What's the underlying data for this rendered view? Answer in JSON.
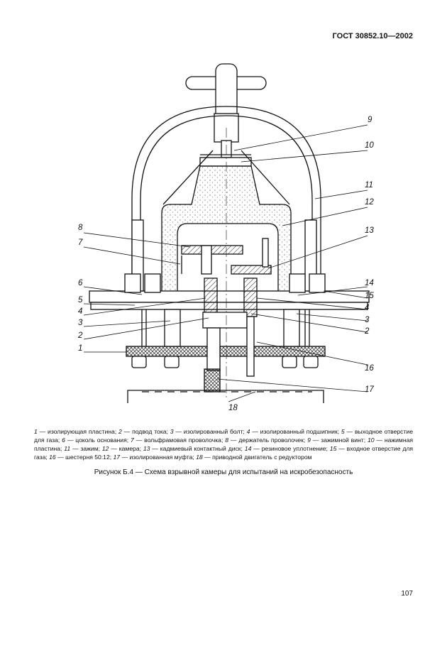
{
  "header": {
    "standard": "ГОСТ 30852.10—2002"
  },
  "figure": {
    "callouts": [
      "9",
      "10",
      "11",
      "12",
      "8",
      "13",
      "7",
      "6",
      "14",
      "5",
      "15",
      "4",
      "4",
      "3",
      "3",
      "2",
      "2",
      "1",
      "16",
      "17",
      "18"
    ]
  },
  "legend": [
    {
      "n": "1",
      "text": "изолирующая пластина;"
    },
    {
      "n": "2",
      "text": "подвод тока;"
    },
    {
      "n": "3",
      "text": "изолированный болт;"
    },
    {
      "n": "4",
      "text": "изолированный подшипник;"
    },
    {
      "n": "5",
      "text": "выходное отверстие для газа;"
    },
    {
      "n": "6",
      "text": "цоколь основания;"
    },
    {
      "n": "7",
      "text": "вольфрамовая проволочка;"
    },
    {
      "n": "8",
      "text": "держатель проволочек;"
    },
    {
      "n": "9",
      "text": "зажимной винт;"
    },
    {
      "n": "10",
      "text": "нажимная пластина;"
    },
    {
      "n": "11",
      "text": "зажим;"
    },
    {
      "n": "12",
      "text": "камера;"
    },
    {
      "n": "13",
      "text": "кадмиевый контактный диск;"
    },
    {
      "n": "14",
      "text": "резиновое уплотнение;"
    },
    {
      "n": "15",
      "text": "входное отверстие для газа;"
    },
    {
      "n": "16",
      "text": "шестерня 50:12;"
    },
    {
      "n": "17",
      "text": "изолированная муфта;"
    },
    {
      "n": "18",
      "text": "приводной двигатель с редуктором"
    }
  ],
  "caption": "Рисунок Б.4 — Схема взрывной камеры для испытаний на искробезопасность",
  "page_number": "107"
}
